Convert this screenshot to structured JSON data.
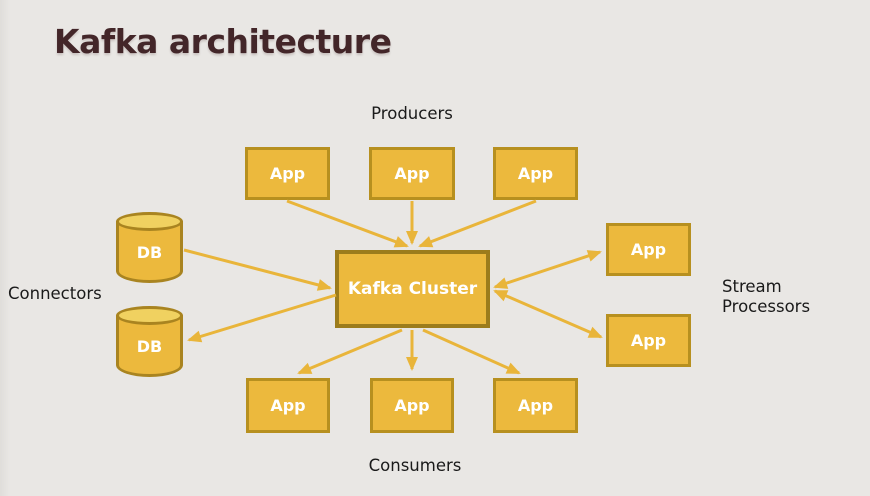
{
  "slide": {
    "title": "Kafka architecture"
  },
  "diagram": {
    "cluster": {
      "label": "Kafka Cluster"
    },
    "producers": {
      "group_label": "Producers",
      "nodes": [
        {
          "label": "App"
        },
        {
          "label": "App"
        },
        {
          "label": "App"
        }
      ]
    },
    "connectors": {
      "group_label": "Connectors",
      "nodes": [
        {
          "label": "DB"
        },
        {
          "label": "DB"
        }
      ]
    },
    "stream_processors": {
      "group_label": "Stream Processors",
      "nodes": [
        {
          "label": "App"
        },
        {
          "label": "App"
        }
      ]
    },
    "consumers": {
      "group_label": "Consumers",
      "nodes": [
        {
          "label": "App"
        },
        {
          "label": "App"
        },
        {
          "label": "App"
        }
      ]
    }
  },
  "colors": {
    "background": "#E9E7E4",
    "node_fill": "#ECB93D",
    "node_border": "#B7901F",
    "cluster_border": "#9C7C1C",
    "cylinder_top_fill": "#F0D160",
    "cylinder_border": "#A98420",
    "arrow": "#E9B53A",
    "node_text": "#FFFFFF",
    "title_text": "#432629",
    "label_text": "#1A1A1A"
  }
}
